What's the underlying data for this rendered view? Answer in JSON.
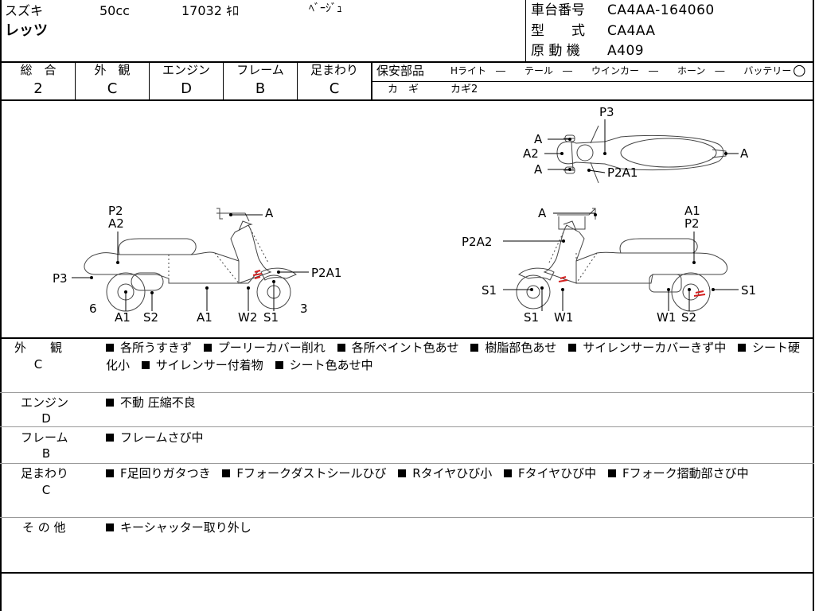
{
  "header": {
    "maker": "スズキ",
    "displacement": "50cc",
    "mileage": "17032 ｷﾛ",
    "color": "ﾍﾞｰｼﾞｭ",
    "model_name": "レッツ",
    "frame_label": "車台番号",
    "frame_value": "CA4AA-164060",
    "type_label": "型　　式",
    "type_value": "CA4AA",
    "engine_label": "原 動 機",
    "engine_value": "A409"
  },
  "grades": {
    "headers": [
      "総　合",
      "外　観",
      "エンジン",
      "フレーム",
      "足まわり"
    ],
    "values": [
      "2",
      "C",
      "D",
      "B",
      "C"
    ]
  },
  "safety": {
    "label": "保安部品",
    "items": "Hライト　―　　テール　―　　ウインカー　―　　ホーン　―　　バッテリー",
    "battery_mark": "○",
    "key_label": "カ　ギ",
    "key_value": "カギ2"
  },
  "diagram_labels": {
    "top": [
      "P3",
      "A",
      "A2",
      "A",
      "A",
      "P2A1"
    ],
    "left": [
      "P2",
      "A2",
      "A",
      "P3",
      "P2A1",
      "6",
      "A1",
      "S2",
      "A1",
      "W2",
      "S1",
      "3"
    ],
    "right": [
      "A",
      "A1",
      "P2",
      "P2A2",
      "S1",
      "S1",
      "S1",
      "W1",
      "W1",
      "S2"
    ]
  },
  "remarks": [
    {
      "label": "外　　観",
      "grade": "C",
      "items": [
        "各所うすきず",
        "プーリーカバー削れ",
        "各所ペイント色あせ",
        "樹脂部色あせ",
        "サイレンサーカバーきず中",
        "シート硬化小",
        "サイレンサー付着物",
        "シート色あせ中"
      ]
    },
    {
      "label": "エンジン",
      "grade": "D",
      "items": [
        "不動 圧縮不良"
      ]
    },
    {
      "label": "フレーム",
      "grade": "B",
      "items": [
        "フレームさび中"
      ]
    },
    {
      "label": "足まわり",
      "grade": "C",
      "items": [
        "F足回りガタつき",
        "Fフォークダストシールひび",
        "Rタイヤひび小",
        "Fタイヤひび中",
        "Fフォーク摺動部さび中"
      ]
    },
    {
      "label": "そ の 他",
      "grade": "",
      "items": [
        "キーシャッター取り外し"
      ]
    }
  ],
  "colors": {
    "line": "#000000",
    "damage": "#d42020",
    "body_outline": "#444444"
  }
}
